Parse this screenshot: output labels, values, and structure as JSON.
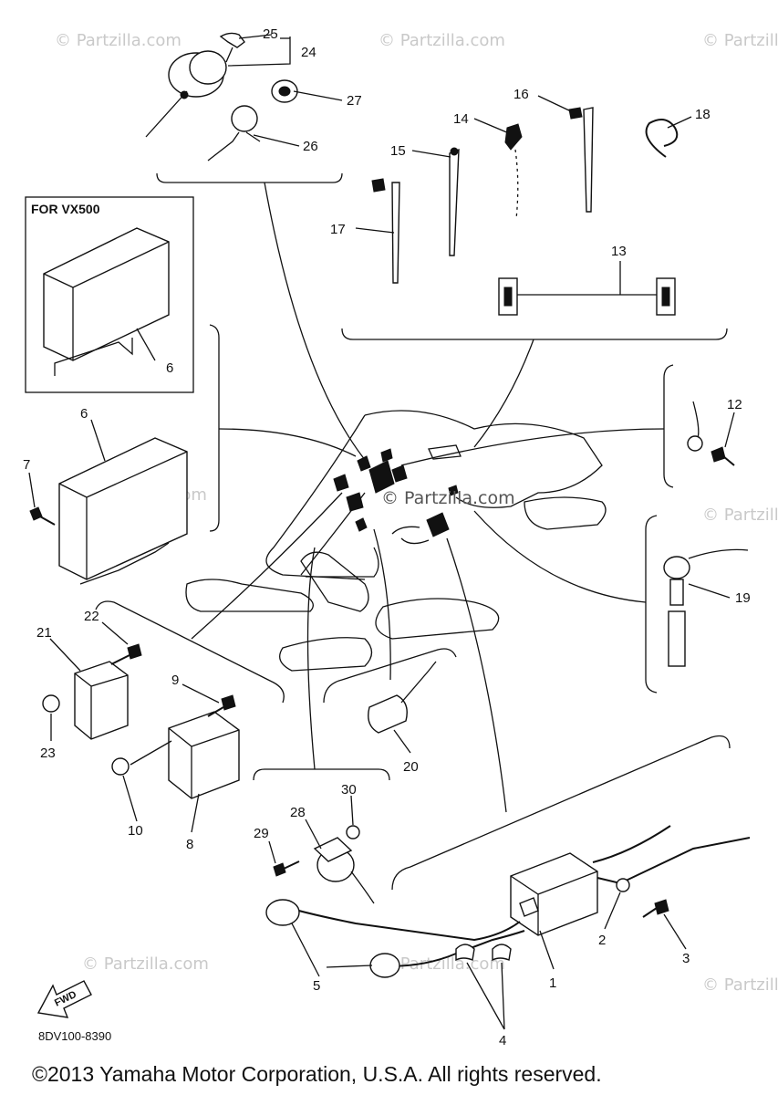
{
  "watermark": "© Partzilla.com",
  "center_watermark": "© Partzilla.com",
  "inset_title": "FOR VX500",
  "diagram_code": "8DV100-8390",
  "fwd_label": "FWD",
  "footer": "©2013 Yamaha Motor Corporation, U.S.A. All rights reserved.",
  "callouts": {
    "c1": "1",
    "c2": "2",
    "c3": "3",
    "c4": "4",
    "c5": "5",
    "c6_inset": "6",
    "c6": "6",
    "c7": "7",
    "c8": "8",
    "c9": "9",
    "c10": "10",
    "c12": "12",
    "c13": "13",
    "c14": "14",
    "c15": "15",
    "c16": "16",
    "c17": "17",
    "c18": "18",
    "c19": "19",
    "c20": "20",
    "c21": "21",
    "c22": "22",
    "c23": "23",
    "c24": "24",
    "c25": "25",
    "c26": "26",
    "c27": "27",
    "c28": "28",
    "c29": "29",
    "c30": "30"
  }
}
